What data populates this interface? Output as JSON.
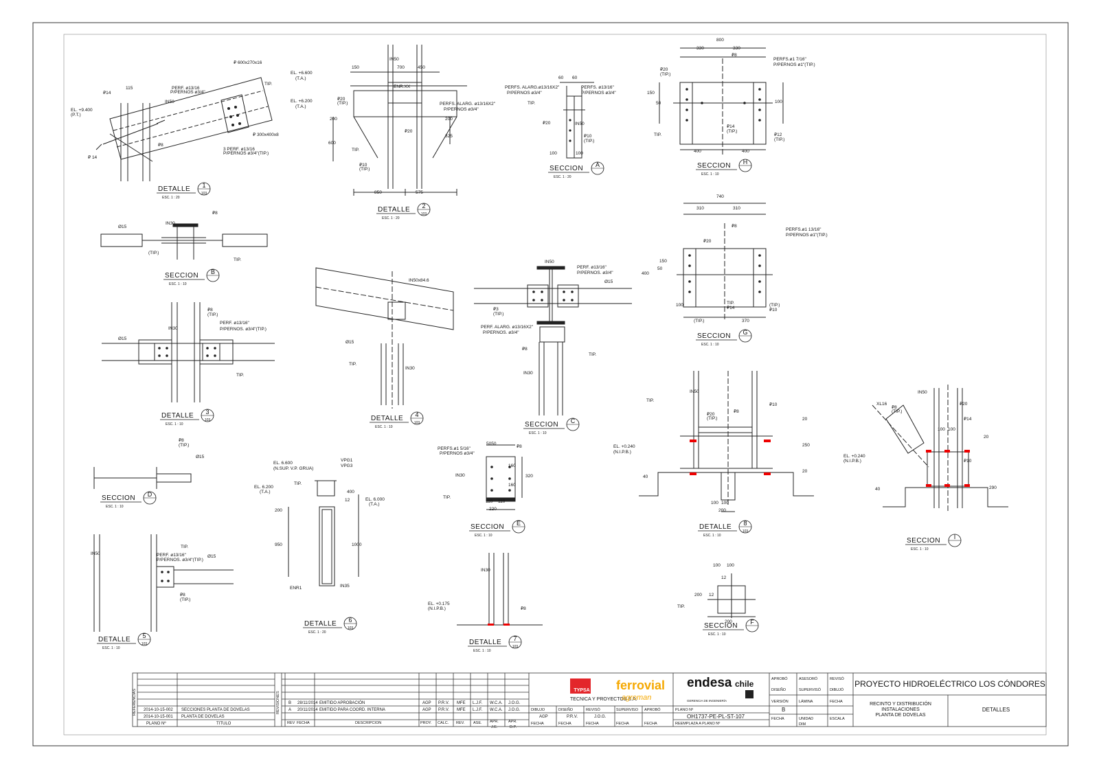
{
  "sheet": {
    "project_title": "PROYECTO HIDROELÉCTRICO LOS CÓNDORES",
    "subtitle_lines": [
      "RECINTO Y DISTRIBUCIÓN",
      "INSTALACIONES",
      "PLANTA DE DOVELAS"
    ],
    "sheet_name": "DETALLES",
    "plano_no": "OH1737-PE-PL-ST-107",
    "version": "B",
    "reemplaza": "REEMPLAZA A PLANO Nº"
  },
  "details": [
    {
      "name": "DETALLE",
      "num": "1",
      "sheet": "103",
      "scale": "ESC. 1 : 20"
    },
    {
      "name": "DETALLE",
      "num": "2",
      "sheet": "103",
      "scale": "ESC. 1 : 20"
    },
    {
      "name": "SECCION",
      "num": "A",
      "sheet": "",
      "scale": "ESC. 1 : 20"
    },
    {
      "name": "SECCION",
      "num": "H",
      "sheet": "",
      "scale": "ESC. 1 : 10"
    },
    {
      "name": "SECCION",
      "num": "B",
      "sheet": "",
      "scale": "ESC. 1 : 10"
    },
    {
      "name": "DETALLE",
      "num": "3",
      "sheet": "103",
      "scale": "ESC. 1 : 10"
    },
    {
      "name": "DETALLE",
      "num": "4",
      "sheet": "103",
      "scale": "ESC. 1 : 10"
    },
    {
      "name": "SECCION",
      "num": "C",
      "sheet": "",
      "scale": "ESC. 1 : 10"
    },
    {
      "name": "SECCION",
      "num": "G",
      "sheet": "",
      "scale": "ESC. 1 : 10"
    },
    {
      "name": "SECCION",
      "num": "D",
      "sheet": "",
      "scale": "ESC. 1 : 10"
    },
    {
      "name": "DETALLE",
      "num": "6",
      "sheet": "103",
      "scale": "ESC. 1 : 20"
    },
    {
      "name": "SECCION",
      "num": "E",
      "sheet": "",
      "scale": "ESC. 1 : 10"
    },
    {
      "name": "DETALLE",
      "num": "8",
      "sheet": "103",
      "scale": "ESC. 1 : 10"
    },
    {
      "name": "SECCION",
      "num": "I",
      "sheet": "",
      "scale": "ESC. 1 : 10"
    },
    {
      "name": "DETALLE",
      "num": "5",
      "sheet": "103",
      "scale": "ESC. 1 : 10"
    },
    {
      "name": "DETALLE",
      "num": "7",
      "sheet": "103",
      "scale": "ESC. 1 : 10"
    },
    {
      "name": "SECCION",
      "num": "F",
      "sheet": "",
      "scale": "ESC. 1 : 10"
    }
  ],
  "notes": {
    "d1": [
      "₽ 600x270x16",
      "PERF. ø13/16",
      "P/PERNOS ø3/4\"",
      "IN50",
      "115",
      "₽14",
      "EL. +9.400",
      "(P.T.)",
      "₽8",
      "₽ 14",
      "₽ 300x400x8",
      "3 PERF. ø13/16",
      "P/PERNOS ø3/4\"(TIP.)",
      "TIP."
    ],
    "d2": [
      "IN50",
      "150",
      "700",
      "450",
      "EL. +6.600",
      "(T.A.)",
      "EL. +6.200",
      "(T.A.)",
      "ENR.XX",
      "₽20",
      "(TIP.)",
      "PERFS. ALARG. ø13/16X2\"",
      "P/PERNOS ø3/4\"",
      "200",
      "600",
      "325",
      "200",
      "₽20",
      "₽10",
      "(TIP.)",
      "TIP.",
      "850",
      "575"
    ],
    "sA": [
      "60",
      "60",
      "PERFS. ALARG.ø13/16X2\"",
      "P/PERNOS ø3/4\"",
      "PERFS. ø13/16\"",
      "P/PERNOS ø3/4\"",
      "TIP.",
      "₽20",
      "IN50",
      "₽10",
      "(TIP.)",
      "100",
      "100"
    ],
    "sH": [
      "800",
      "330",
      "330",
      "₽8",
      "PERFS.ø1 7/16\"",
      "P/PERNOS ø1\"(TIP.)",
      "₽20",
      "(TIP.)",
      "150",
      "50",
      "100",
      "₽14",
      "(TIP.)",
      "₽12",
      "(TIP.)",
      "TIP.",
      "400",
      "400"
    ],
    "sB": [
      "IN30",
      "Ø15",
      "₽8",
      "(TIP.)",
      "TIP."
    ],
    "d3": [
      "IN30",
      "₽8",
      "(TIP.)",
      "PERF. ø13/16\"",
      "P/PERNOS. ø3/4\"(TIP.)",
      "Ø15",
      "TIP."
    ],
    "d4": [
      "IN50x84.6",
      "Ø15",
      "IN30",
      "TIP."
    ],
    "sC": [
      "IN50",
      "PERF. ø13/16\"",
      "P/PERNOS. ø3/4\"",
      "Ø15",
      "₽3",
      "(TIP.)",
      "₽8",
      "PERF. ALARG. ø13/16X2\"",
      "P/PERNOS. ø3/4\"",
      "IN30",
      "TIP."
    ],
    "sG": [
      "740",
      "310",
      "310",
      "₽8",
      "₽20",
      "PERFS.ø1 13/16\"",
      "P/PERNOS ø1\"(TIP.)",
      "400",
      "150",
      "50",
      "100",
      "TIP.",
      "₽14",
      "(TIP.)",
      "₽10",
      "(TIP.)",
      "370",
      "370"
    ],
    "sD": [
      "₽8",
      "(TIP.)",
      "Ø15"
    ],
    "d6": [
      "EL. 6.600",
      "(N.SUP. V.P. GRUA)",
      "VPG1",
      "VPG3",
      "EL. 6.200",
      "(T.A.)",
      "EL. 6.000",
      "(T.A.)",
      "400",
      "12",
      "200",
      "950",
      "1000",
      "ENR1",
      "IN35",
      "TIP."
    ],
    "sE": [
      "5050",
      "PERFS.ø1 5/16\"",
      "P/PERNOS ø3/4\"",
      "₽8",
      "IN30",
      "160",
      "160",
      "320",
      "110",
      "110",
      "220",
      "TIP."
    ],
    "d8": [
      "IN50",
      "TIP.",
      "₽20",
      "(TIP.)",
      "₽8",
      "₽10",
      "20",
      "250",
      "20",
      "EL. +0.240",
      "(N.I.P.B.)",
      "40",
      "100",
      "100",
      "200"
    ],
    "sI": [
      "IN50",
      "XL16",
      "₽8",
      "(TIP.)",
      "₽20",
      "₽14",
      "₽10",
      "100",
      "100",
      "EL. +0.240",
      "(N.I.P.B.)",
      "20",
      "40",
      "290"
    ],
    "d5": [
      "IN50",
      "TIP.",
      "₽8",
      "(TIP.)",
      "PERF. ø13/16\"",
      "P/PERNOS. ø3/4\"(TIP.)",
      "Ø15"
    ],
    "d7": [
      "IN30",
      "EL. +0.175",
      "(N.I.P.B.)",
      "₽8"
    ],
    "sF": [
      "100",
      "100",
      "12",
      "200",
      "12",
      "200",
      "TIP."
    ]
  },
  "title_block": {
    "referencias_label": "REFERENCIAS",
    "revisiones_label": "REVISIONES",
    "ref_rows": [
      {
        "date": "2014-10-15-002",
        "title": "SECCIONES PLANTA DE DOVELAS"
      },
      {
        "date": "2014-10-15-001",
        "title": "PLANTA DE DOVELAS"
      }
    ],
    "ref_headers": [
      "PLANO Nº",
      "TITULO"
    ],
    "rev_rows": [
      {
        "rev": "B",
        "fecha": "28/11/2014",
        "desc": "EMITIDO APROBACIÓN",
        "proy": "AGP",
        "calc": "P.R.V.",
        "revi": "MFE",
        "ase": "L.J.F.",
        "apr_je": "W.C.A.",
        "apr_dp": "J.O.G."
      },
      {
        "rev": "A",
        "fecha": "20/11/2014",
        "desc": "EMITIDO PARA COORD. INTERNA",
        "proy": "AGP",
        "calc": "P.R.V.",
        "revi": "MFE",
        "ase": "L.J.F.",
        "apr_je": "W.C.A.",
        "apr_dp": "J.O.G."
      }
    ],
    "rev_headers": [
      "REV",
      "FECHA",
      "DESCRIPCION",
      "PROY.",
      "CALC.",
      "REV.",
      "ASE.",
      "APR.",
      "J.E.",
      "APR.",
      "D.P."
    ],
    "company1": "TYPSA",
    "company1_sub": "TECNICA Y PROYECTOS S.A.",
    "company2": "ferrovial",
    "company2_sub": "agroman",
    "company3": "endesa",
    "company3_country": "chile",
    "company3_sub": "GERENCIA DE INGENIERÍA",
    "sign_labels": [
      "DIBUJO",
      "DISEÑO",
      "REVISÓ",
      "SUPERVISO",
      "APROBÓ"
    ],
    "sign_values": [
      "AGP",
      "P.R.V.",
      "J.O.G."
    ],
    "fecha_label": "FECHA",
    "plano_label": "PLANO Nº",
    "version_label": "VERSIÓN",
    "lamina_label": "LÁMINA",
    "unidad_label": "UNIDAD",
    "dim_label": "DIM",
    "escala_label": "ESCALA",
    "approval_labels": [
      "APROBÓ",
      "ASESORÓ",
      "REVISÓ",
      "DISEÑO",
      "SUPERVISÓ",
      "DIBUJÓ"
    ]
  }
}
